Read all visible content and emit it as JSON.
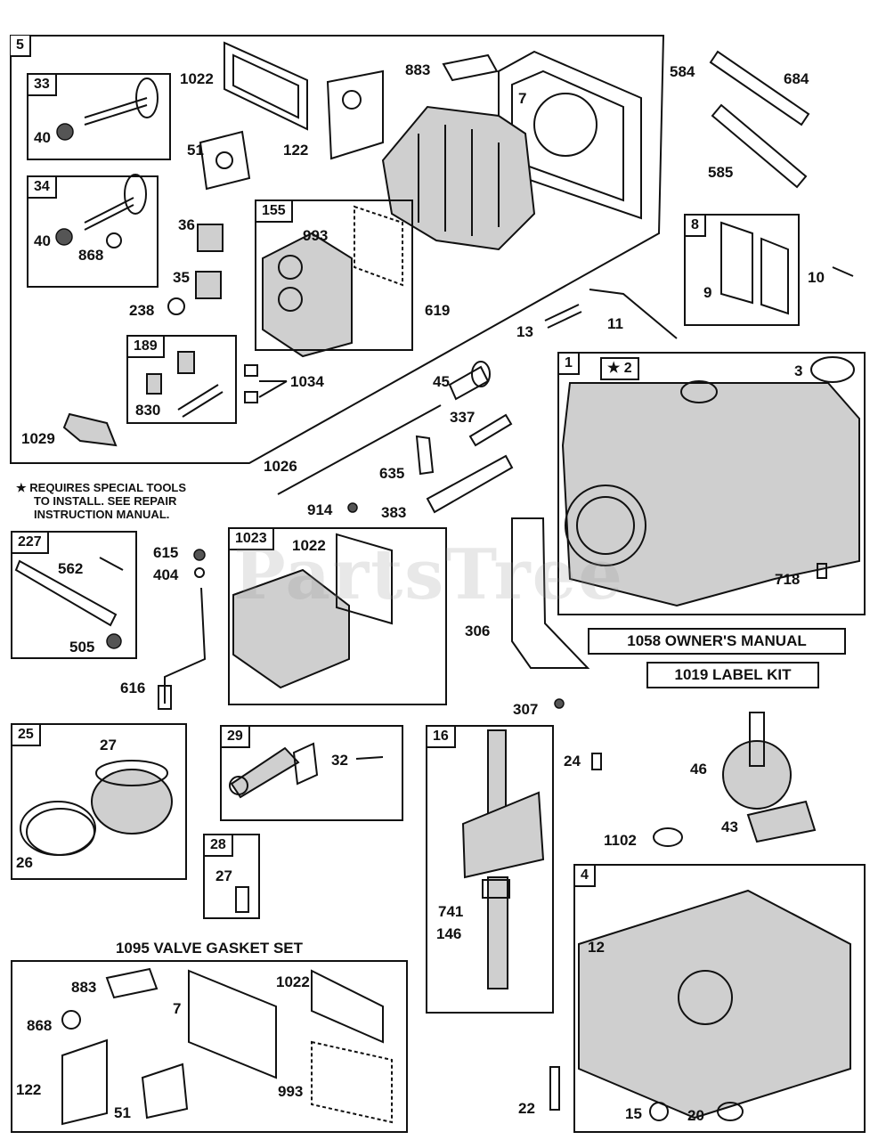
{
  "watermark": "PartsTree",
  "note": [
    "★ REQUIRES SPECIAL TOOLS",
    "TO INSTALL.  SEE REPAIR",
    "INSTRUCTION MANUAL."
  ],
  "banners": {
    "owners_manual": "1058 OWNER'S MANUAL",
    "label_kit": "1019 LABEL KIT",
    "valve_gasket_set": "1095 VALVE GASKET SET"
  },
  "box_tags": {
    "b5": "5",
    "b33": "33",
    "b34": "34",
    "b155": "155",
    "b189": "189",
    "b8": "8",
    "b1": "1",
    "b1star": "★ 2",
    "b227": "227",
    "b1023": "1023",
    "b25": "25",
    "b29": "29",
    "b28": "28",
    "b16": "16",
    "b4": "4"
  },
  "part_labels": {
    "p1022a": "1022",
    "p883a": "883",
    "p7a": "7",
    "p584": "584",
    "p684": "684",
    "p40a": "40",
    "p51a": "51",
    "p122a": "122",
    "p585": "585",
    "p40b": "40",
    "p868a": "868",
    "p36": "36",
    "p993a": "993",
    "p35": "35",
    "p238": "238",
    "p619": "619",
    "p9": "9",
    "p10": "10",
    "p13": "13",
    "p11": "11",
    "p1034": "1034",
    "p830": "830",
    "p45": "45",
    "p3": "3",
    "p337": "337",
    "p1029": "1029",
    "p1026": "1026",
    "p635": "635",
    "p914": "914",
    "p383": "383",
    "p718": "718",
    "p615": "615",
    "p1022b": "1022",
    "p562": "562",
    "p404": "404",
    "p505": "505",
    "p306": "306",
    "p616": "616",
    "p307": "307",
    "p27a": "27",
    "p32": "32",
    "p24": "24",
    "p46": "46",
    "p26": "26",
    "p43": "43",
    "p27b": "27",
    "p1102": "1102",
    "p741": "741",
    "p12": "12",
    "p146": "146",
    "p883b": "883",
    "p1022c": "1022",
    "p7b": "7",
    "p868b": "868",
    "p122b": "122",
    "p993b": "993",
    "p51b": "51",
    "p22": "22",
    "p15": "15",
    "p20": "20"
  }
}
